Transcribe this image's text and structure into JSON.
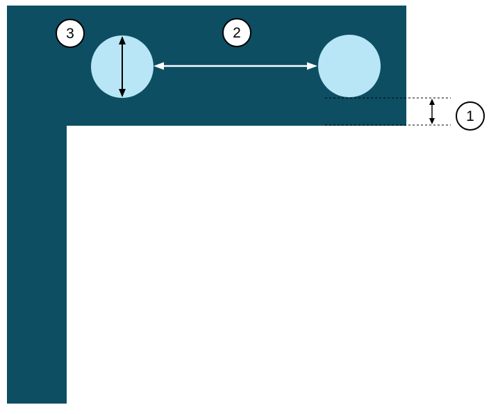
{
  "diagram": {
    "callouts": [
      {
        "label": "1"
      },
      {
        "label": "2"
      },
      {
        "label": "3"
      }
    ]
  },
  "colors": {
    "background": "#ffffff",
    "shape": "#0d4e63",
    "hole": "#b8e6f7",
    "annotation": "#000000",
    "arrow-light": "#ffffff",
    "callout-bg": "#ffffff",
    "callout-border": "#000000"
  }
}
